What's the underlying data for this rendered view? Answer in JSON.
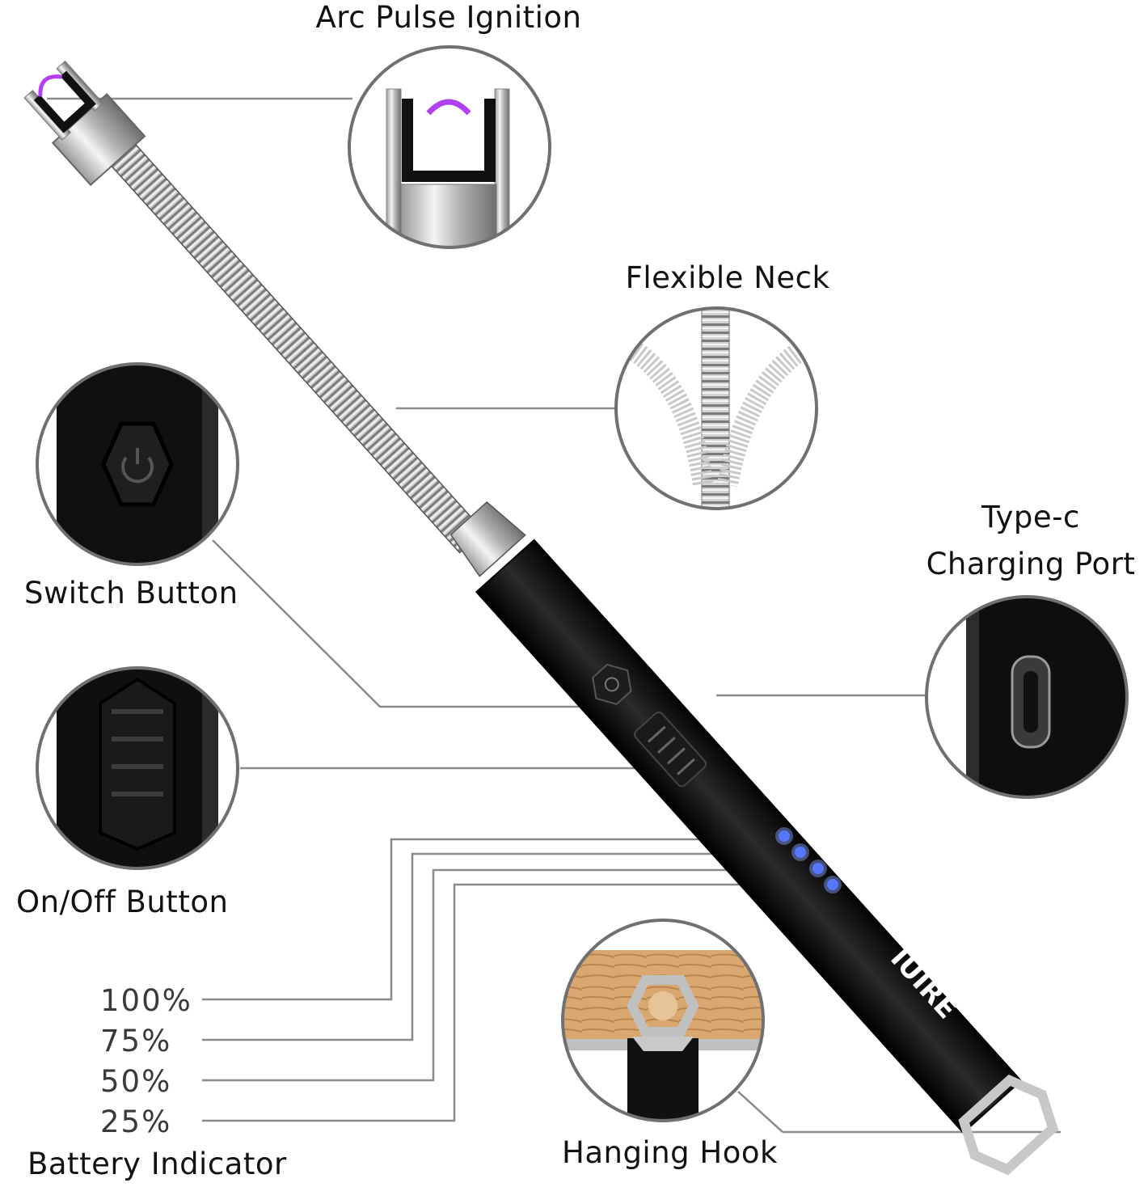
{
  "labels": {
    "arc_pulse_ignition": "Arc Pulse Ignition",
    "flexible_neck": "Flexible Neck",
    "type_c_line1": "Type-c",
    "type_c_line2": "Charging Port",
    "switch_button": "Switch Button",
    "on_off_button": "On/Off Button",
    "battery_indicator": "Battery Indicator",
    "hanging_hook": "Hanging Hook"
  },
  "battery_levels": [
    "100%",
    "75%",
    "50%",
    "25%"
  ],
  "brand": "IUIRE",
  "colors": {
    "body": "#111111",
    "callout_line": "#8a8a8a",
    "callout_ring": "#707070",
    "led": "#2a50ff",
    "arc": "#b040f0",
    "wood": "#d9a871"
  },
  "icons": [
    "power-icon",
    "usb-c-port-icon",
    "hex-hook-icon"
  ]
}
